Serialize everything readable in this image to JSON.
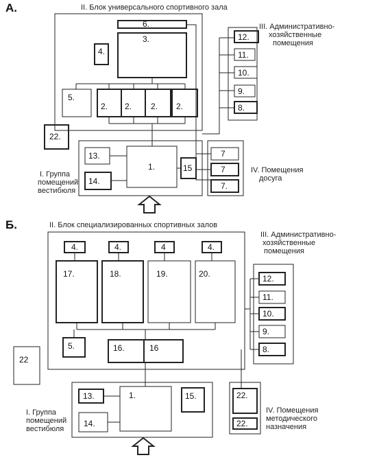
{
  "diagram_a": {
    "letter": "А.",
    "title_block2": "II. Блок универсального спортивного зала",
    "title_block3": [
      "III. Административно-",
      "хозяйственные",
      "помещения"
    ],
    "title_block1": [
      "I. Группа",
      "помещений",
      "вестибюля"
    ],
    "title_block4": [
      "IV. Помещения",
      "досуга"
    ],
    "rooms": {
      "r6": "6.",
      "r3": "3.",
      "r4": "4.",
      "r5": "5.",
      "r2a": "2.",
      "r2b": "2.",
      "r2c": "2.",
      "r2d": "2.",
      "r12": "12.",
      "r11": "11.",
      "r10": "10.",
      "r9": "9.",
      "r8": "8.",
      "r22": "22.",
      "r13": "13.",
      "r14": "14.",
      "r1": "1.",
      "r15": "15",
      "r7a": "7",
      "r7b": "7",
      "r7c": "7."
    }
  },
  "diagram_b": {
    "letter": "Б.",
    "title_block2": "II. Блок специализированных спортивных  залов",
    "title_block3": [
      "III. Административно-",
      "хозяйственные",
      "помещения"
    ],
    "title_block1": [
      "I. Группа",
      "помещений",
      "вестибюля"
    ],
    "title_block4": [
      "IV. Помещения",
      "методического",
      "назначения"
    ],
    "rooms": {
      "r4a": "4.",
      "r4b": "4.",
      "r4c": "4",
      "r4d": "4.",
      "r17": "17.",
      "r18": "18.",
      "r19": "19.",
      "r20": "20.",
      "r5": "5.",
      "r16a": "16.",
      "r16b": "16",
      "r12": "12.",
      "r11": "11.",
      "r10": "10.",
      "r9": "9.",
      "r8": "8.",
      "r22": "22",
      "r13": "13.",
      "r1": "1.",
      "r14": "14.",
      "r15": "15.",
      "r22b": "22.",
      "r22c": "22."
    }
  }
}
